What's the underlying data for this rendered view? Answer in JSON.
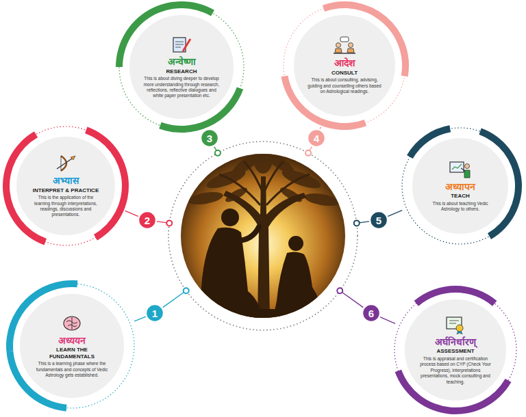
{
  "diagram": {
    "nodes": [
      {
        "text": [
          "अध्ययन",
          "LEARN THE FUNDAMENTALS",
          "This is a learning phase where the fundamentals and concepts of Vedic Astrology gets established."
        ]
      },
      {
        "text": [
          "अभ्यास",
          "INTERPRET & PRACTICE",
          "This is the application of the learning through interpretations, readings, discussions and presentations."
        ]
      },
      {
        "text": [
          "अन्वेष्णा",
          "RESEARCH",
          "This is about diving deeper to develop more understanding through research, reflections, reflective dialogues and white paper presentation etc."
        ]
      },
      {
        "text": [
          "आदेश",
          "CONSULT",
          "This is about consulting, advising, guiding and counselling others based on Astrological readings."
        ]
      },
      {
        "text": [
          "अध्यापन",
          "TEACH",
          "This is about teaching Vedic Astrology to others."
        ]
      },
      {
        "text": [
          "अर्घनिर्धारण्",
          "ASSESSMENT",
          "This is appraisal and certification process based on CYP (Check Your Progress), interpretations presentations, mock consulting and teaching."
        ]
      }
    ],
    "labels": [
      "1",
      "2",
      "3",
      "4",
      "5",
      "6"
    ]
  }
}
